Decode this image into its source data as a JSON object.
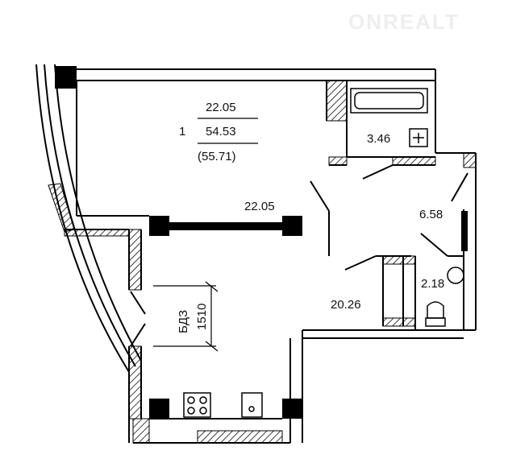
{
  "logo": {
    "text": "ONREALT"
  },
  "apartment": {
    "rooms_count": "1",
    "living_area": "22.05",
    "total_area": "54.53",
    "total_area_with_balcony": "(55.71)"
  },
  "rooms": {
    "living_room": "22.05",
    "bathroom": "3.46",
    "hallway": "6.58",
    "toilet": "2.18",
    "kitchen": "20.26"
  },
  "balcony_door": {
    "label": "БДЗ",
    "width": "1510"
  }
}
